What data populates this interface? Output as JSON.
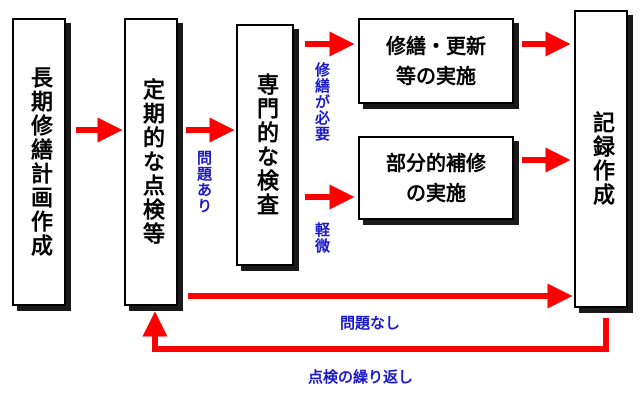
{
  "nodes": {
    "long_term_plan": "長期修繕計画作成",
    "periodic_inspection": "定期的な点検等",
    "expert_inspection": "専門的な検査",
    "repair_renewal_line1": "修繕・更新",
    "repair_renewal_line2": "等の実施",
    "partial_repair_line1": "部分的補修",
    "partial_repair_line2": "の実施",
    "record": "記録作成"
  },
  "edge_labels": {
    "problem_found": "問題あり",
    "repair_needed": "修繕が必要",
    "minor": "軽微",
    "no_problem": "問題なし",
    "repeat_inspection": "点検の繰り返し"
  },
  "colors": {
    "arrow": "#ff0000",
    "label": "#1a1acc",
    "box_border": "#000000"
  }
}
